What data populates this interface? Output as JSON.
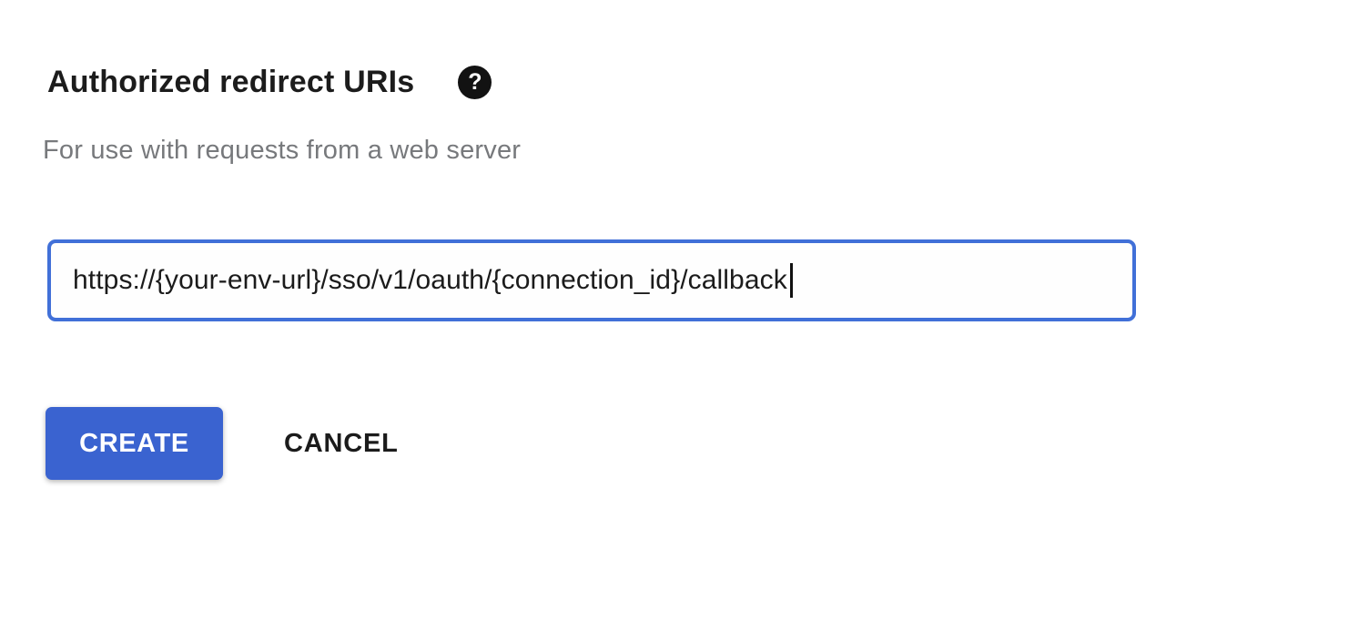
{
  "section": {
    "title": "Authorized redirect URIs",
    "description": "For use with requests from a web server"
  },
  "icons": {
    "help": "?"
  },
  "input": {
    "value": "https://{your-env-url}/sso/v1/oauth/{connection_id}/callback"
  },
  "actions": {
    "create": "CREATE",
    "cancel": "CANCEL"
  },
  "colors": {
    "button_blue": "#3a63d0",
    "input_border_blue": "#4170d8",
    "heading_text": "#1c1c1c",
    "secondary_text": "#77797c",
    "background": "#ffffff"
  }
}
